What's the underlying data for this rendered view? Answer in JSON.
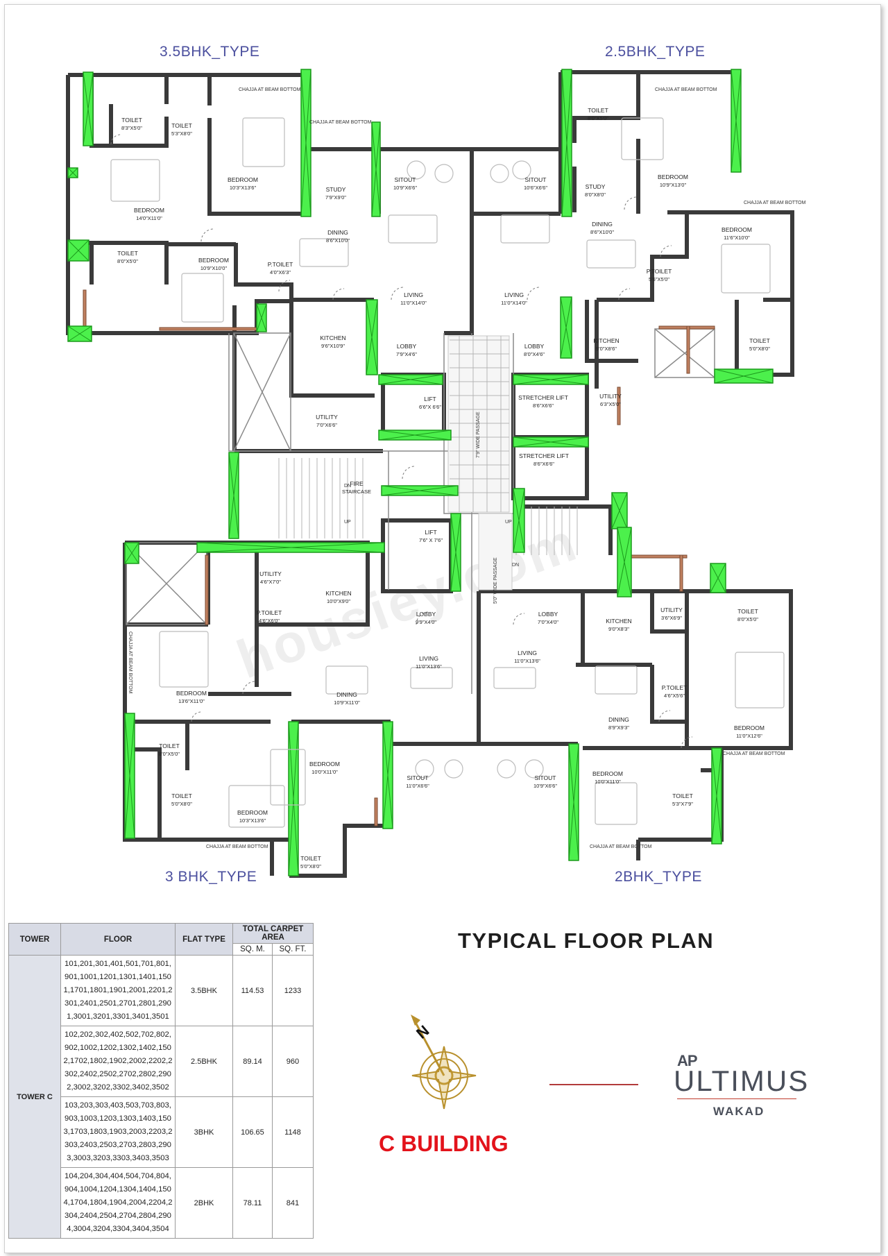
{
  "plan": {
    "title": "TYPICAL FLOOR PLAN",
    "building": "C BUILDING",
    "watermark": "housiey.com",
    "unit_types": {
      "top_left": "3.5BHK_TYPE",
      "top_right": "2.5BHK_TYPE",
      "bottom_left": "3 BHK_TYPE",
      "bottom_right": "2BHK_TYPE"
    },
    "rooms": {
      "tl_toilet1": [
        "TOILET",
        "8'3\"X5'0\""
      ],
      "tl_toilet2": [
        "TOILET",
        "5'3\"X8'0\""
      ],
      "tl_bedroom1": [
        "BEDROOM",
        "10'3\"X13'6\""
      ],
      "tl_bedroom2": [
        "BEDROOM",
        "14'0\"X11'0\""
      ],
      "tl_study": [
        "STUDY",
        "7'9\"X9'0\""
      ],
      "tl_sitout": [
        "SITOUT",
        "10'9\"X6'6\""
      ],
      "tl_toilet3": [
        "TOILET",
        "8'0\"X5'0\""
      ],
      "tl_bedroom3": [
        "BEDROOM",
        "10'9\"X10'0\""
      ],
      "tl_ptoilet": [
        "P.TOILET",
        "4'0\"X6'3\""
      ],
      "tl_dining": [
        "DINING",
        "8'6\"X10'0\""
      ],
      "tl_living": [
        "LIVING",
        "11'0\"X14'0\""
      ],
      "tl_kitchen": [
        "KITCHEN",
        "9'6\"X10'9\""
      ],
      "tl_lobby": [
        "LOBBY",
        "7'9\"X4'6\""
      ],
      "tl_utility": [
        "UTILITY",
        "7'0\"X6'6\""
      ],
      "tr_toilet1": [
        "TOILET",
        "8'0\"X5'0\""
      ],
      "tr_sitout": [
        "SITOUT",
        "10'6\"X6'6\""
      ],
      "tr_study": [
        "STUDY",
        "8'0\"X8'0\""
      ],
      "tr_bedroom1": [
        "BEDROOM",
        "10'9\"X13'0\""
      ],
      "tr_dining": [
        "DINING",
        "8'6\"X10'0\""
      ],
      "tr_bedroom2": [
        "BEDROOM",
        "11'6\"X10'0\""
      ],
      "tr_ptoilet": [
        "P.TOILET",
        "5'6\"X5'0\""
      ],
      "tr_living": [
        "LIVING",
        "11'0\"X14'0\""
      ],
      "tr_toilet2": [
        "TOILET",
        "5'0\"X8'0\""
      ],
      "tr_kitchen": [
        "KITCHEN",
        "9'0\"X8'6\""
      ],
      "tr_lobby": [
        "LOBBY",
        "8'0\"X4'6\""
      ],
      "tr_utility": [
        "UTILITY",
        "6'3\"X5'0\""
      ],
      "lift1": [
        "LIFT",
        "6'6\"X 6'6\""
      ],
      "stretcher1": [
        "STRETCHER LIFT",
        "8'6\"X6'6\""
      ],
      "stretcher2": [
        "STRETCHER LIFT",
        "8'6\"X6'6\""
      ],
      "lift2": [
        "LIFT",
        "7'6\" X 7'6\""
      ],
      "fire_staircase": [
        "FIRE",
        "STAIRCASE"
      ],
      "bl_utility": [
        "UTILITY",
        "4'6\"X7'0\""
      ],
      "bl_kitchen": [
        "KITCHEN",
        "10'0\"X9'0\""
      ],
      "bl_ptoilet": [
        "P.TOILET",
        "4'6\"X6'0\""
      ],
      "bl_lobby": [
        "LOBBY",
        "9'9\"X4'0\""
      ],
      "bl_living": [
        "LIVING",
        "11'0\"X13'6\""
      ],
      "bl_bedroom1": [
        "BEDROOM",
        "13'6\"X11'0\""
      ],
      "bl_dining": [
        "DINING",
        "10'9\"X11'0\""
      ],
      "bl_toilet1": [
        "TOILET",
        "8'0\"X5'0\""
      ],
      "bl_toilet2": [
        "TOILET",
        "5'0\"X8'0\""
      ],
      "bl_bedroom2": [
        "BEDROOM",
        "10'3\"X13'6\""
      ],
      "bl_bedroom3": [
        "BEDROOM",
        "10'0\"X11'0\""
      ],
      "bl_sitout": [
        "SITOUT",
        "11'0\"X6'6\""
      ],
      "bl_toilet3": [
        "TOILET",
        "5'0\"X8'0\""
      ],
      "br_lobby": [
        "LOBBY",
        "7'0\"X4'0\""
      ],
      "br_living": [
        "LIVING",
        "11'0\"X13'6\""
      ],
      "br_kitchen": [
        "KITCHEN",
        "9'0\"X8'3\""
      ],
      "br_utility": [
        "UTILITY",
        "3'6\"X6'9\""
      ],
      "br_toilet1": [
        "TOILET",
        "8'0\"X5'0\""
      ],
      "br_ptoilet": [
        "P.TOILET",
        "4'6\"X5'6\""
      ],
      "br_dining": [
        "DINING",
        "8'9\"X9'3\""
      ],
      "br_bedroom1": [
        "BEDROOM",
        "11'0\"X12'6\""
      ],
      "br_sitout": [
        "SITOUT",
        "10'9\"X6'6\""
      ],
      "br_bedroom2": [
        "BEDROOM",
        "10'0\"X11'0\""
      ],
      "br_toilet2": [
        "TOILET",
        "5'3\"X7'9\""
      ]
    },
    "annotations": {
      "chajja": "CHAJJA AT BEAM BOTTOM",
      "passage_top": "7'9\" WIDE PASSAGE",
      "passage_bottom": "5'0\" WIDE PASSAGE",
      "dn": "DN",
      "up": "UP"
    }
  },
  "area_table": {
    "headers": [
      "TOWER",
      "FLOOR",
      "FLAT TYPE",
      "TOTAL CARPET AREA"
    ],
    "sub_headers": [
      "SQ. M.",
      "SQ. FT."
    ],
    "tower": "TOWER C",
    "rows": [
      {
        "floors": "101,201,301,401,501,701,801,901,1001,1201,1301,1401,1501,1701,1801,1901,2001,2201,2301,2401,2501,2701,2801,2901,3001,3201,3301,3401,3501",
        "type": "3.5BHK",
        "sqm": "114.53",
        "sqft": "1233"
      },
      {
        "floors": "102,202,302,402,502,702,802,902,1002,1202,1302,1402,1502,1702,1802,1902,2002,2202,2302,2402,2502,2702,2802,2902,3002,3202,3302,3402,3502",
        "type": "2.5BHK",
        "sqm": "89.14",
        "sqft": "960"
      },
      {
        "floors": "103,203,303,403,503,703,803,903,1003,1203,1303,1403,1503,1703,1803,1903,2003,2203,2303,2403,2503,2703,2803,2903,3003,3203,3303,3403,3503",
        "type": "3BHK",
        "sqm": "106.65",
        "sqft": "1148"
      },
      {
        "floors": "104,204,304,404,504,704,804,904,1004,1204,1304,1404,1504,1704,1804,1904,2004,2204,2304,2404,2504,2704,2804,2904,3004,3204,3304,3404,3504",
        "type": "2BHK",
        "sqm": "78.11",
        "sqft": "841"
      }
    ]
  },
  "brand": {
    "ap": "AP",
    "name": "ULTIMUS",
    "location": "WAKAD"
  },
  "compass": {
    "north": "N"
  },
  "colors": {
    "wall": "#3a3a3a",
    "column": "#4cf04c",
    "brick": "#b07050",
    "title_blue": "#4b4f9e",
    "brand_red": "#e3131b"
  }
}
